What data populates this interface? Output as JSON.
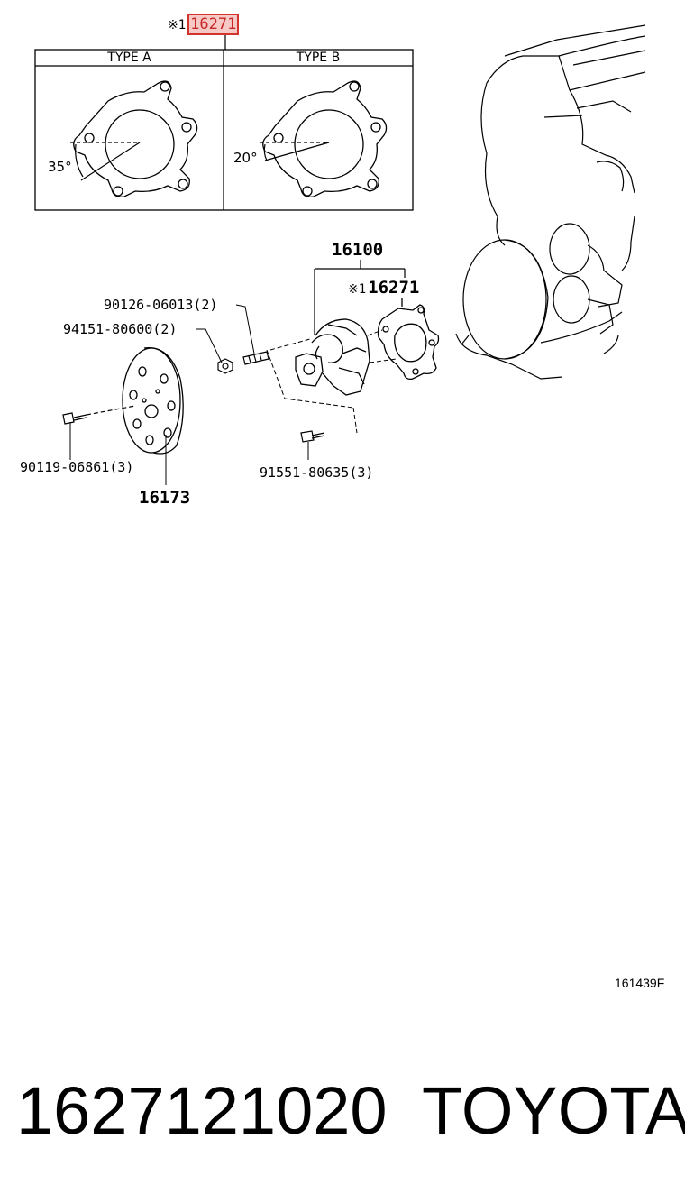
{
  "header_callout": {
    "note_mark": "※1",
    "part_no": "16271"
  },
  "type_table": {
    "col_a": {
      "title": "TYPE A",
      "angle": "35°"
    },
    "col_b": {
      "title": "TYPE B",
      "angle": "20°"
    }
  },
  "callouts": {
    "water_pump_assy": "16100",
    "gasket": {
      "note_mark": "※1",
      "part_no": "16271"
    },
    "stud_bolt": "90126-06013(2)",
    "nut": "94151-80600(2)",
    "pulley_bolt": "90119-06861(3)",
    "pulley": "16173",
    "flange_bolt": "91551-80635(3)"
  },
  "illustration_code": "161439F",
  "footer": {
    "part_number": "1627121020",
    "brand": "TOYOTA"
  }
}
